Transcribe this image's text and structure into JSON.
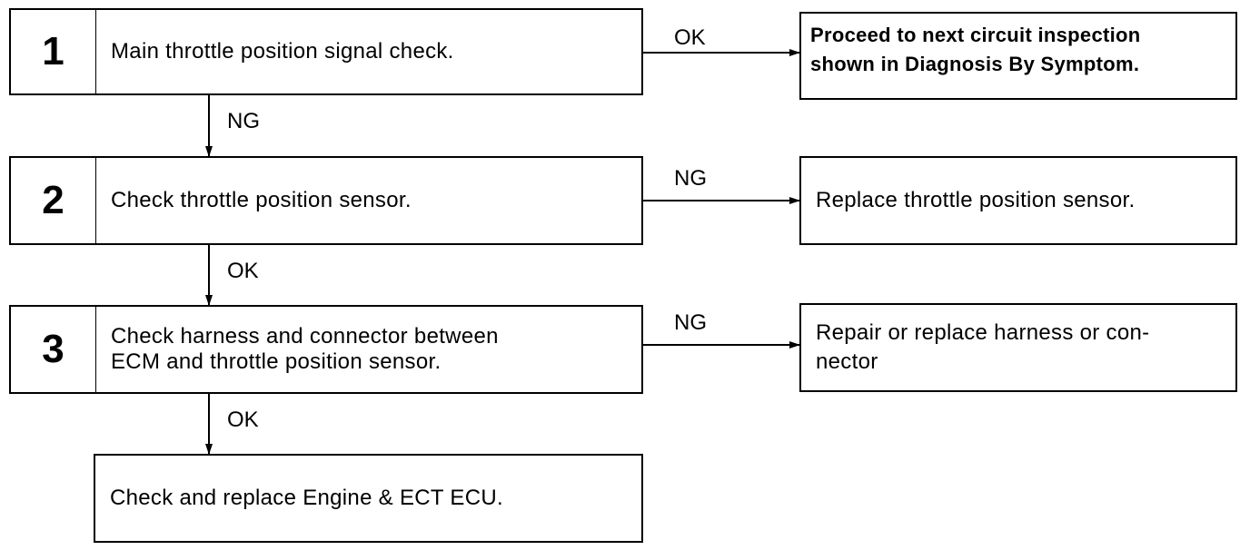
{
  "steps": [
    {
      "number": "1",
      "text": "Main throttle position signal check."
    },
    {
      "number": "2",
      "text": "Check throttle position sensor."
    },
    {
      "number": "3",
      "text": "Check harness and connector between\nECM and throttle position sensor."
    }
  ],
  "results": [
    {
      "text": "Proceed to next circuit inspection\nshown in Diagnosis By Symptom."
    },
    {
      "text": "Replace throttle position sensor."
    },
    {
      "text": "Repair or replace harness or con-\nnector"
    }
  ],
  "final": {
    "text": "Check and replace Engine & ECT ECU."
  },
  "labels": {
    "step1_right": "OK",
    "step1_down": "NG",
    "step2_right": "NG",
    "step2_down": "OK",
    "step3_right": "NG",
    "step3_down": "OK"
  }
}
